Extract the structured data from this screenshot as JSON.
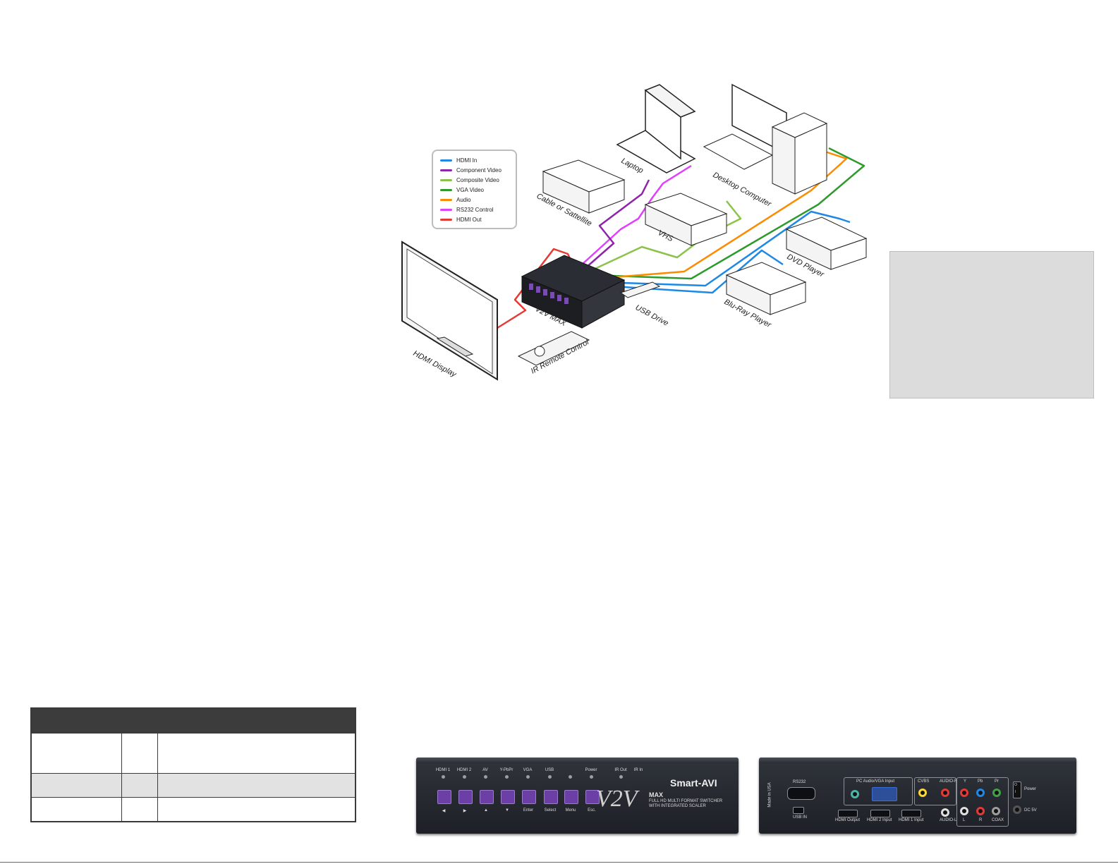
{
  "legend": {
    "items": [
      {
        "label": "HDMI In",
        "color": "#1e88e5"
      },
      {
        "label": "Component Video",
        "color": "#8e24aa"
      },
      {
        "label": "Composite Video",
        "color": "#8bc34a"
      },
      {
        "label": "VGA Video",
        "color": "#2e9a2e"
      },
      {
        "label": "Audio",
        "color": "#fb8c00"
      },
      {
        "label": "RS232 Control",
        "color": "#e040fb"
      },
      {
        "label": "HDMI Out",
        "color": "#e53935"
      }
    ]
  },
  "diagram": {
    "labels": {
      "laptop": "Laptop",
      "desktop": "Desktop Computer",
      "cable": "Cable or Sattellite",
      "vhs": "VHS",
      "dvd": "DVD Player",
      "bluray": "Blu-Ray Player",
      "usb": "USB Drive",
      "v2v": "V2V MAX",
      "remote": "IR Remote Control",
      "display": "HDMI Display"
    }
  },
  "front_panel": {
    "inputs": [
      "HDMI 1",
      "HDMI 2",
      "AV",
      "Y-PbPr",
      "VGA",
      "USB",
      "",
      "Power"
    ],
    "ir": [
      "IR Out",
      "IR In"
    ],
    "button_labels": [
      "◀",
      "▶",
      "▲",
      "▼",
      "Enter",
      "Select",
      "Menu",
      "Esc."
    ],
    "brand": "Smart-AVI",
    "model": "V2V",
    "model_suffix": "MAX",
    "desc_line1": "FULL HD MULTI FORMAT SWITCHER",
    "desc_line2": "WITH INTEGRATED SCALER"
  },
  "back_panel": {
    "made_in": "Made in USA",
    "rs232": "RS232",
    "usb_in": "USB IN",
    "pc_audio_vga": "PC Audio/VGA Input",
    "hdmi_output": "HDMI Output",
    "hdmi2_input": "HDMI 2 Input",
    "hdmi1_input": "HDMI 1 Input",
    "cvbs": "CVBS",
    "audio_r": "AUDIO-R",
    "audio_l": "AUDIO-L",
    "y": "Y",
    "pb": "Pb",
    "pr": "Pr",
    "l": "L",
    "r": "R",
    "coax": "COAX",
    "power": "Power",
    "dc5v": "DC 5V",
    "switch_on": "O",
    "switch_off": "I"
  }
}
